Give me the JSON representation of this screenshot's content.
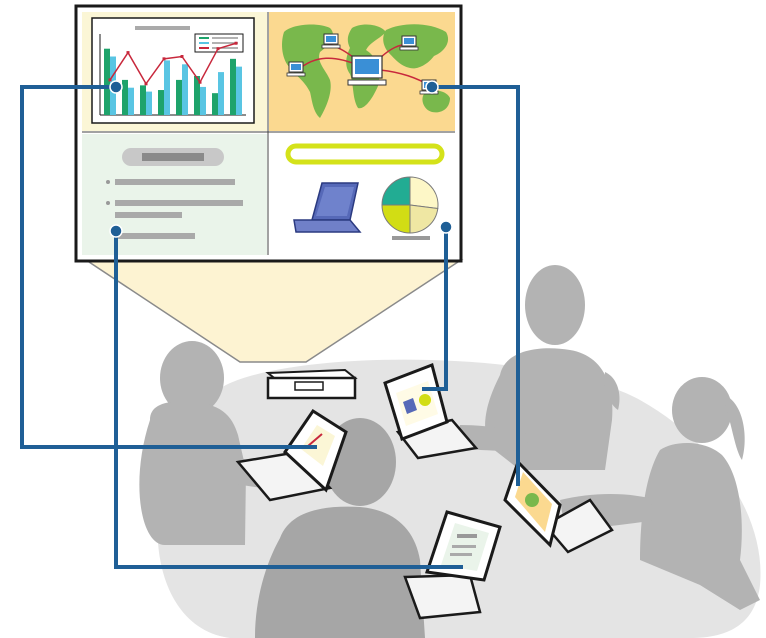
{
  "colors": {
    "background": "#ffffff",
    "connector": "#1f5f96",
    "silhouette": "#b3b3b3",
    "silhouette_dark": "#a6a6a6",
    "table": "#e4e4e4",
    "screen_frame": "#1a1a1a",
    "panel_chart_bg": "#fbf6d6",
    "panel_map_bg": "#fbd990",
    "panel_text_bg": "#eaf4ea",
    "panel_device_bg": "#ffffff",
    "map_land": "#79b84c",
    "bar_green": "#1ea36b",
    "bar_cyan": "#59c5e3",
    "line_red": "#c8283c",
    "highlight_bar": "#d4e21a",
    "laptop_blue": "#5669b8",
    "pie_yellow": "#fdf7c7",
    "pie_lime": "#d2dd14",
    "pie_teal": "#22ac93",
    "pie_pale": "#efe7a3",
    "beam": "#fdf3d2"
  },
  "icons": {
    "projector": "projector-icon",
    "computer": "computer-icon",
    "laptop": "laptop-icon",
    "pie": "pie-chart-icon",
    "link_dot": "link-dot-icon"
  },
  "panel_chart": {
    "bars_green": [
      0.85,
      0.45,
      0.38,
      0.32,
      0.45,
      0.5,
      0.28,
      0.72
    ],
    "bars_cyan": [
      0.75,
      0.35,
      0.3,
      0.7,
      0.65,
      0.36,
      0.55,
      0.62
    ],
    "line": [
      0.45,
      0.8,
      0.4,
      0.72,
      0.75,
      0.42,
      0.85,
      0.92
    ]
  },
  "panel_device": {
    "pie_slices": [
      0.27,
      0.23,
      0.25,
      0.25
    ]
  }
}
